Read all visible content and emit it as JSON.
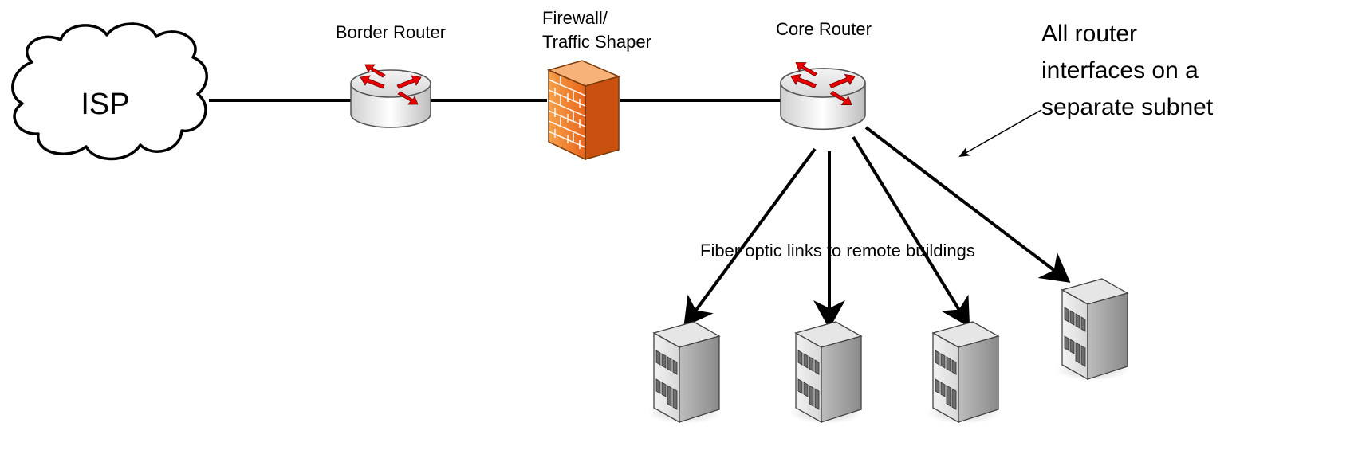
{
  "labels": {
    "isp": "ISP",
    "border_router": "Border Router",
    "firewall_line1": "Firewall/",
    "firewall_line2": "Traffic Shaper",
    "core_router": "Core Router",
    "fiber_links": "Fiber optic links to remote buildings",
    "note_line1": "All router",
    "note_line2": "interfaces on a",
    "note_line3": "separate subnet"
  },
  "colors": {
    "line": "#000000",
    "router_arrow": "#e60000",
    "firewall": "#f07020"
  },
  "icons": {
    "cloud": "cloud-icon",
    "router": "router-icon",
    "firewall": "firewall-icon",
    "building": "building-icon"
  }
}
